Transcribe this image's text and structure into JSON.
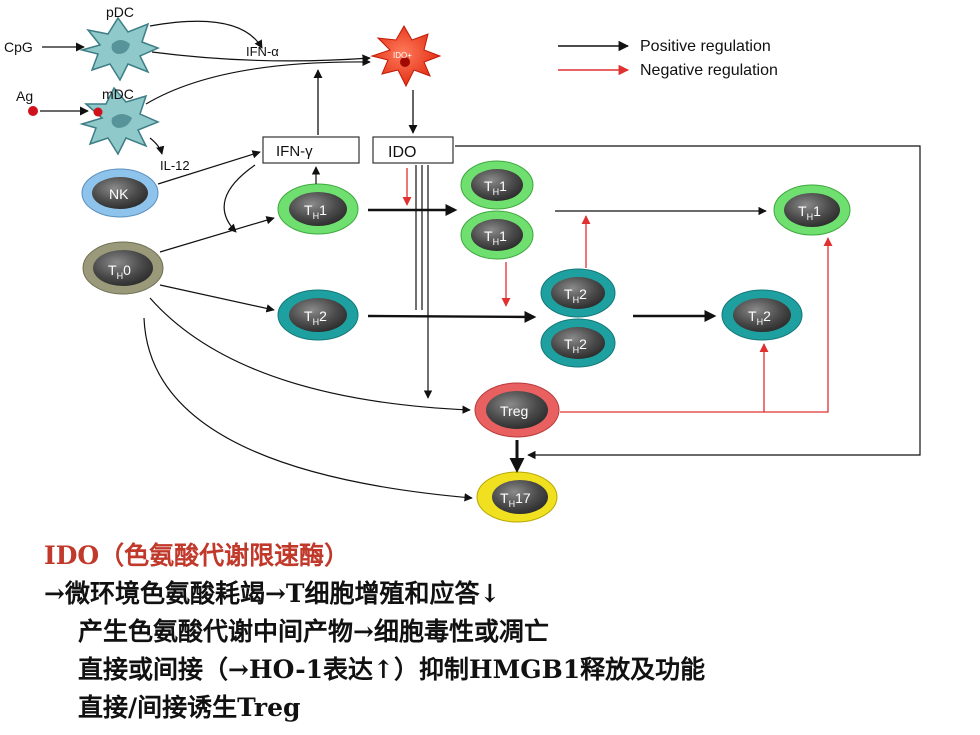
{
  "legend": {
    "positive": "Positive regulation",
    "negative": "Negative regulation"
  },
  "cells": {
    "pdc": "pDC",
    "mdc": "mDC",
    "ido_cell": "IDO+",
    "nk": "NK",
    "th0_main": "T",
    "th0_sub": "H",
    "th0_tail": "0",
    "th1_main": "T",
    "th1_sub": "H",
    "th1_tail": "1",
    "th2_main": "T",
    "th2_sub": "H",
    "th2_tail": "2",
    "treg": "Treg",
    "th17_main": "T",
    "th17_sub": "H",
    "th17_tail": "17"
  },
  "labels": {
    "cpg": "CpG",
    "ag": "Ag",
    "ifn_alpha": "IFN-α",
    "il12": "IL-12",
    "ifn_gamma": "IFN-γ",
    "ido": "IDO"
  },
  "colors": {
    "positive": "#111111",
    "negative": "#e03030",
    "dc_fill": "#8fc9c9",
    "th1_ring": "#6fe06f",
    "th2_ring": "#1fa0a0",
    "nk_ring": "#8ec4ec",
    "th0_ring": "#9a9a7a",
    "treg_ring": "#e86060",
    "th17_ring": "#f0e020",
    "caption_title": "#c0392b"
  },
  "caption": {
    "title": "IDO（色氨酸代谢限速酶）",
    "line1": "→微环境色氨酸耗竭→T细胞增殖和应答↓",
    "line2": "产生色氨酸代谢中间产物→细胞毒性或凋亡",
    "line3": "直接或间接（→HO-1表达↑）抑制HMGB1释放及功能",
    "line4": "直接/间接诱生Treg"
  }
}
